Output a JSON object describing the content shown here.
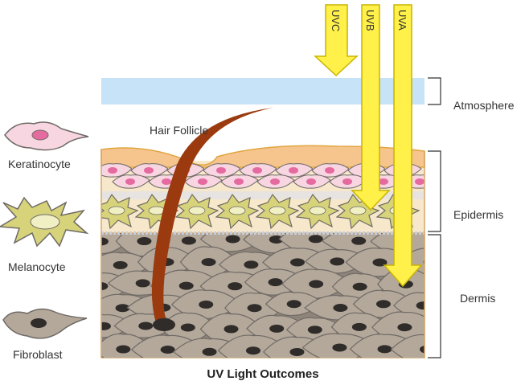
{
  "title": "UV Light Outcomes",
  "legend": [
    {
      "key": "keratinocyte",
      "label": "Keratinocyte"
    },
    {
      "key": "melanocyte",
      "label": "Melanocyte"
    },
    {
      "key": "fibroblast",
      "label": "Fibroblast"
    }
  ],
  "layers": [
    {
      "key": "atmosphere",
      "label": "Atmosphere"
    },
    {
      "key": "epidermis",
      "label": "Epidermis"
    },
    {
      "key": "dermis",
      "label": "Dermis"
    }
  ],
  "uv_rays": [
    {
      "key": "uvc",
      "label": "UVC",
      "reaches": "atmosphere"
    },
    {
      "key": "uvb",
      "label": "UVB",
      "reaches": "epidermis"
    },
    {
      "key": "uva",
      "label": "UVA",
      "reaches": "dermis"
    }
  ],
  "annotation": "Hair Follicle",
  "colors": {
    "atmosphere": "#c7e3f7",
    "stratum_corneum": "#f6c48d",
    "epidermis_bg": "#f7e8cc",
    "keratinocyte_fill": "#f7d6e2",
    "keratinocyte_nucleus": "#e56aa0",
    "melanocyte_fill": "#d6d37a",
    "melanocyte_nucleus": "#f1efc4",
    "fibroblast_fill": "#b4a89a",
    "fibroblast_nucleus": "#2f2c2a",
    "dermis_bg": "#8f847a",
    "hair": "#9b3a0e",
    "uv_fill": "#fff04a",
    "uv_stroke": "#c9b400",
    "border": "#d7a767"
  }
}
